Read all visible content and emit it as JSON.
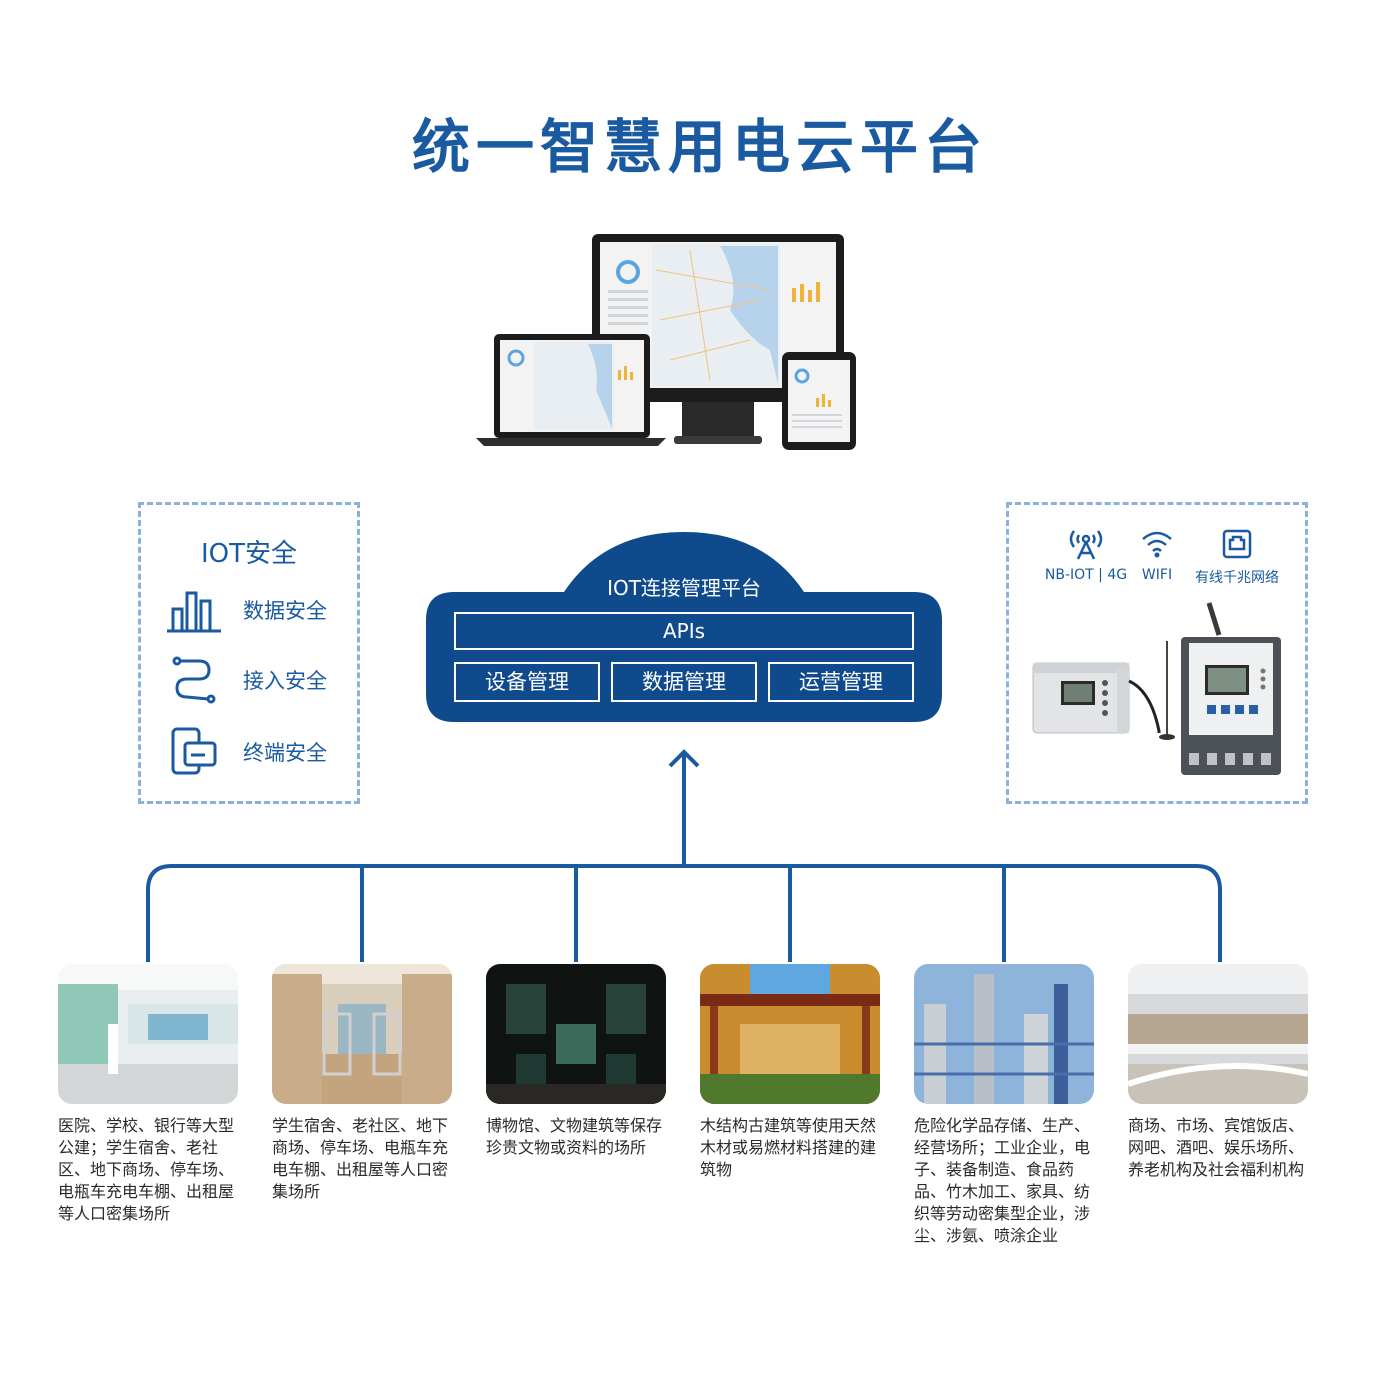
{
  "title": "统一智慧用电云平台",
  "iot_security": {
    "title": "IOT安全",
    "items": [
      {
        "label": "数据安全",
        "icon": "bar-chart-icon"
      },
      {
        "label": "接入安全",
        "icon": "route-icon"
      },
      {
        "label": "终端安全",
        "icon": "devices-icon"
      }
    ]
  },
  "platform": {
    "title": "IOT连接管理平台",
    "apis": "APIs",
    "modules": [
      "设备管理",
      "数据管理",
      "运营管理"
    ]
  },
  "network": {
    "items": [
      {
        "label": "NB-IOT | 4G",
        "icon": "antenna-icon"
      },
      {
        "label": "WIFI",
        "icon": "wifi-icon"
      },
      {
        "label": "有线千兆网络",
        "icon": "ethernet-icon"
      }
    ]
  },
  "scenes": [
    {
      "text": "医院、学校、银行等大型公建；学生宿舍、老社区、地下商场、停车场、电瓶车充电车棚、出租屋等人口密集场所"
    },
    {
      "text": "学生宿舍、老社区、地下商场、停车场、电瓶车充电车棚、出租屋等人口密集场所"
    },
    {
      "text": "博物馆、文物建筑等保存珍贵文物或资料的场所"
    },
    {
      "text": "木结构古建筑等使用天然木材或易燃材料搭建的建筑物"
    },
    {
      "text": "危险化学品存储、生产、经营场所；工业企业，电子、装备制造、食品药品、竹木加工、家具、纺织等劳动密集型企业，涉尘、涉氨、喷涂企业"
    },
    {
      "text": "商场、市场、宾馆饭店、网吧、酒吧、娱乐场所、养老机构及社会福利机构"
    }
  ],
  "colors": {
    "primary": "#1a5aa0",
    "platform": "#0f4a8c",
    "dash": "#8db2d8"
  }
}
